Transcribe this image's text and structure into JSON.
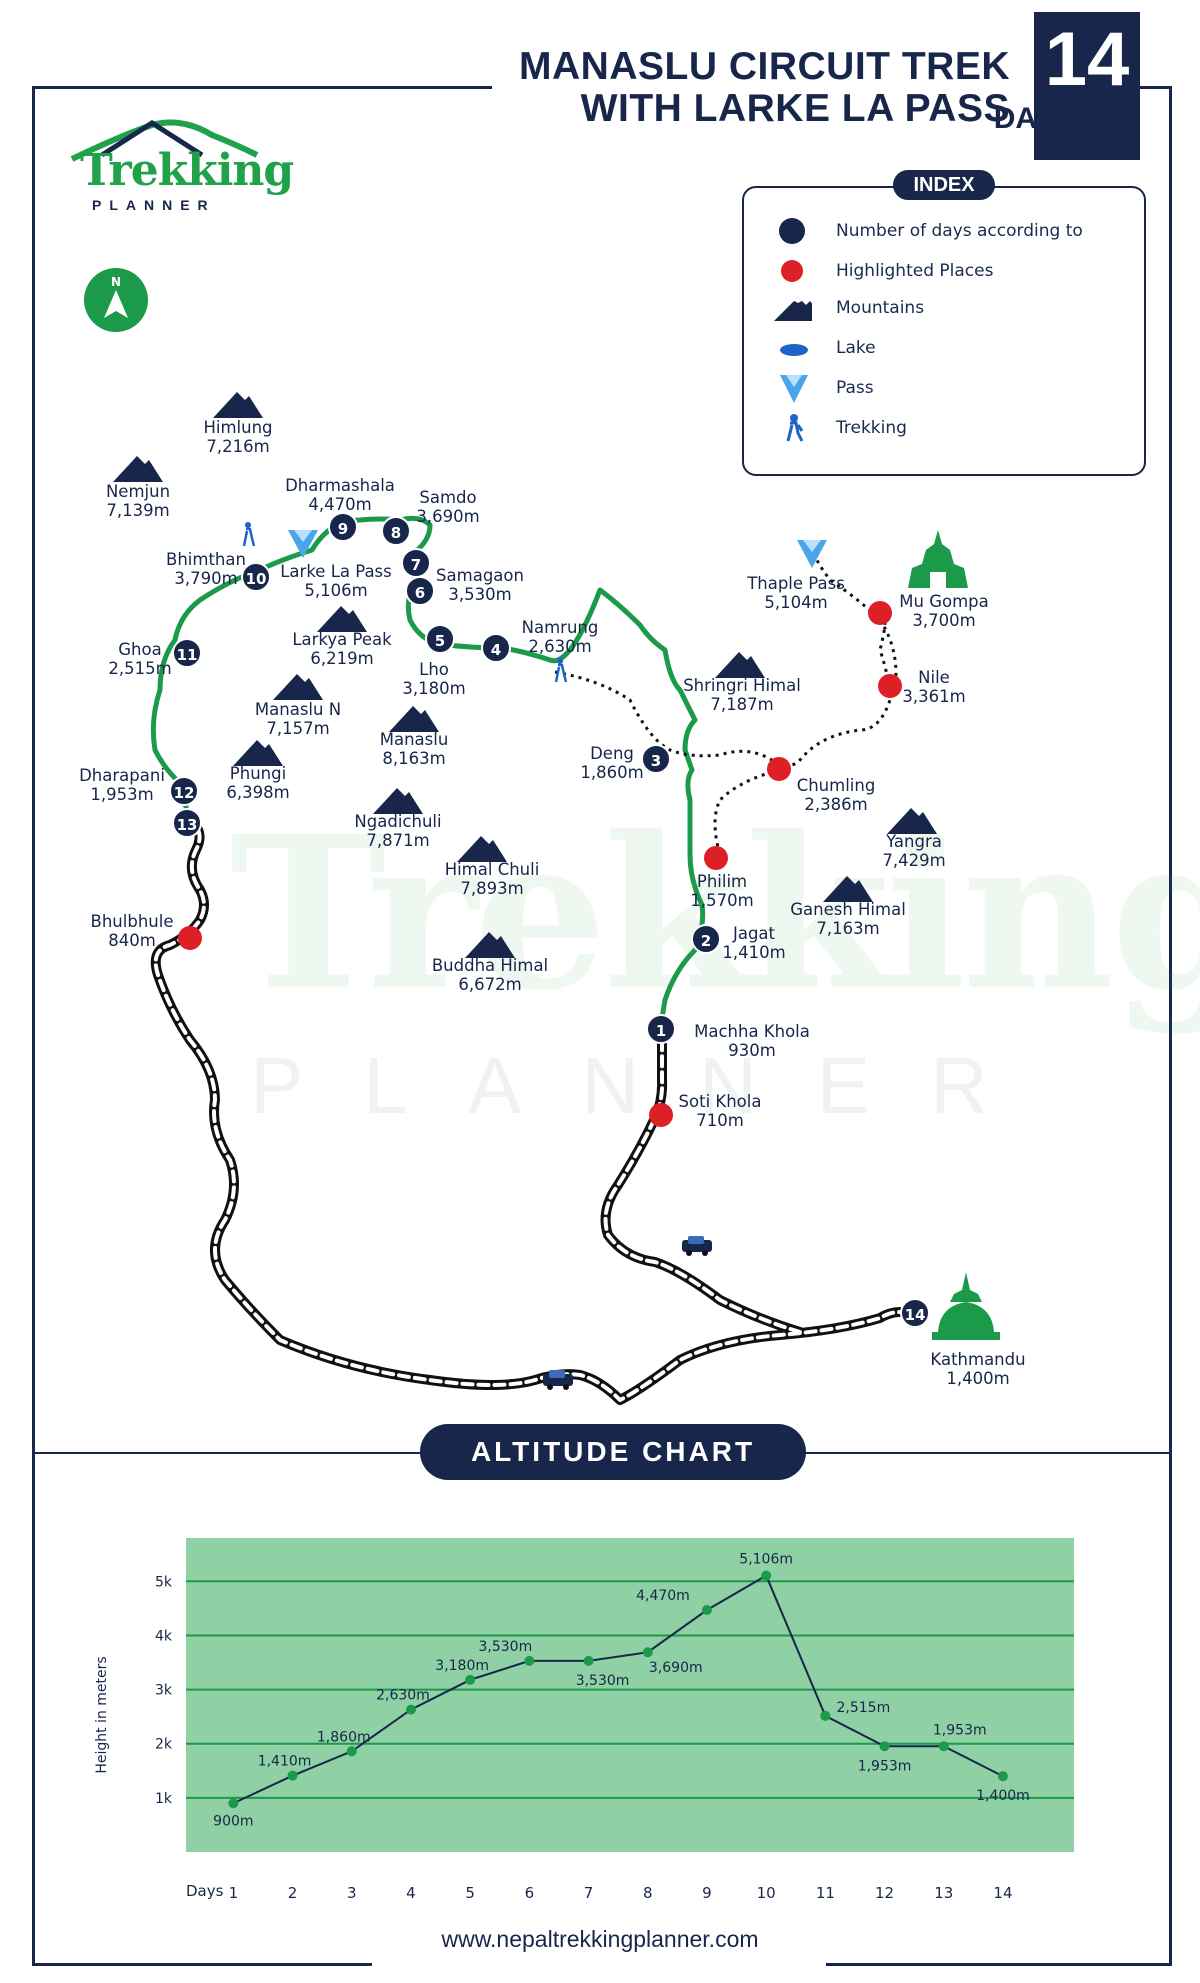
{
  "header": {
    "title_line1": "MANASLU CIRCUIT TREK",
    "title_line2": "WITH LARKE LA PASS",
    "days_number": "14",
    "days_label": "DAYS"
  },
  "logo": {
    "word": "Trekking",
    "sub": "PLANNER"
  },
  "compass": {
    "label": "N"
  },
  "index": {
    "title": "INDEX",
    "items": [
      {
        "icon": "day-marker-icon",
        "text": "Number of days according to"
      },
      {
        "icon": "highlight-dot-icon",
        "text": "Highlighted Places"
      },
      {
        "icon": "mountain-icon",
        "text": "Mountains"
      },
      {
        "icon": "lake-icon",
        "text": "Lake"
      },
      {
        "icon": "pass-icon",
        "text": "Pass"
      },
      {
        "icon": "trekking-icon",
        "text": "Trekking"
      }
    ]
  },
  "colors": {
    "navy": "#17264a",
    "green": "#1b9a4a",
    "red": "#dd1f26",
    "chart_bg": "#8fd0a4"
  },
  "days": [
    {
      "n": "1",
      "place": "Machha Khola",
      "alt": "930m"
    },
    {
      "n": "2",
      "place": "Jagat",
      "alt": "1,410m"
    },
    {
      "n": "3",
      "place": "Deng",
      "alt": "1,860m"
    },
    {
      "n": "4",
      "place": "Namrung",
      "alt": "2,630m"
    },
    {
      "n": "5",
      "place": "Lho",
      "alt": "3,180m"
    },
    {
      "n": "6",
      "place": "Samagaon",
      "alt": "3,530m"
    },
    {
      "n": "7",
      "place": "",
      "alt": ""
    },
    {
      "n": "8",
      "place": "Samdo",
      "alt": "3,690m"
    },
    {
      "n": "9",
      "place": "Dharmashala",
      "alt": "4,470m"
    },
    {
      "n": "10",
      "place": "Bhimthan",
      "alt": "3,790m"
    },
    {
      "n": "11",
      "place": "Ghoa",
      "alt": "2,515m"
    },
    {
      "n": "12",
      "place": "Dharapani",
      "alt": "1,953m"
    },
    {
      "n": "13",
      "place": "",
      "alt": ""
    },
    {
      "n": "14",
      "place": "Kathmandu",
      "alt": "1,400m"
    }
  ],
  "highlights": [
    {
      "place": "Soti Khola",
      "alt": "710m"
    },
    {
      "place": "Bhulbhule",
      "alt": "840m"
    },
    {
      "place": "Philim",
      "alt": "1,570m"
    },
    {
      "place": "Chumling",
      "alt": "2,386m"
    },
    {
      "place": "Nile",
      "alt": "3,361m"
    },
    {
      "place": "Mu Gompa",
      "alt": "3,700m"
    }
  ],
  "passes": [
    {
      "place": "Larke La Pass",
      "alt": "5,106m"
    },
    {
      "place": "Thaple Pass",
      "alt": "5,104m"
    }
  ],
  "mountains": [
    {
      "place": "Himlung",
      "alt": "7,216m"
    },
    {
      "place": "Nemjun",
      "alt": "7,139m"
    },
    {
      "place": "Larkya Peak",
      "alt": "6,219m"
    },
    {
      "place": "Manaslu N",
      "alt": "7,157m"
    },
    {
      "place": "Phungi",
      "alt": "6,398m"
    },
    {
      "place": "Manaslu",
      "alt": "8,163m"
    },
    {
      "place": "Ngadichuli",
      "alt": "7,871m"
    },
    {
      "place": "Himal Chuli",
      "alt": "7,893m"
    },
    {
      "place": "Buddha Himal",
      "alt": "6,672m"
    },
    {
      "place": "Shringri Himal",
      "alt": "7,187m"
    },
    {
      "place": "Yangra",
      "alt": "7,429m"
    },
    {
      "place": "Ganesh Himal",
      "alt": "7,163m"
    }
  ],
  "watermark": {
    "word": "Trekking",
    "sub": "PLANNER"
  },
  "altitude_chart": {
    "title": "ALTITUDE CHART"
  },
  "chart_data": {
    "type": "line",
    "title": "ALTITUDE CHART",
    "xlabel": "Days",
    "ylabel": "Height in meters",
    "x": [
      1,
      2,
      3,
      4,
      5,
      6,
      7,
      8,
      9,
      10,
      11,
      12,
      13,
      14
    ],
    "values": [
      900,
      1410,
      1860,
      2630,
      3180,
      3530,
      3530,
      3690,
      4470,
      5106,
      2515,
      1953,
      1953,
      1400
    ],
    "point_labels": [
      "900m",
      "1,410m",
      "1,860m",
      "2,630m",
      "3,180m",
      "3,530m",
      "3,530m",
      "3,690m",
      "4,470m",
      "5,106m",
      "2,515m",
      "1,953m",
      "1,953m",
      "1,400m"
    ],
    "yticks": [
      1000,
      2000,
      3000,
      4000,
      5000
    ],
    "ytick_labels": [
      "1k",
      "2k",
      "3k",
      "4k",
      "5k"
    ],
    "ylim": [
      0,
      5800
    ],
    "grid": true,
    "colors": {
      "line": "#17264a",
      "point": "#1b9a4a",
      "background": "#8fd0a4",
      "grid": "#1b9a4a"
    }
  },
  "footer": {
    "url": "www.nepaltrekkingplanner.com"
  }
}
